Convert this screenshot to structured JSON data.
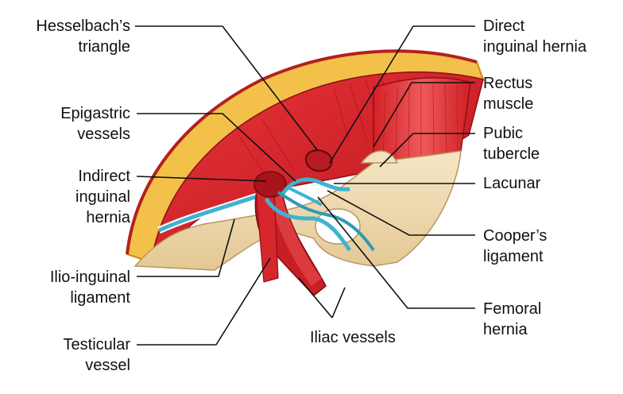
{
  "labels": {
    "hesselbach": [
      "Hesselbach’s",
      "triangle"
    ],
    "epigastric": [
      "Epigastric",
      "vessels"
    ],
    "indirect": [
      "Indirect",
      "inguinal",
      "hernia"
    ],
    "ilioinguinal": [
      "Ilio-inguinal",
      "ligament"
    ],
    "testicular": [
      "Testicular",
      "vessel"
    ],
    "direct": [
      "Direct",
      "inguinal hernia"
    ],
    "rectus": [
      "Rectus",
      "muscle"
    ],
    "pubic": [
      "Pubic",
      "tubercle"
    ],
    "lacunar": [
      "Lacunar"
    ],
    "cooper": [
      "Cooper’s",
      "ligament"
    ],
    "femoral": [
      "Femoral",
      "hernia"
    ],
    "iliac": [
      "Iliac vessels"
    ]
  },
  "colors": {
    "muscle": "#d8262b",
    "muscle_dark": "#a3141a",
    "fat": "#f3c14a",
    "bone": "#efd9b0",
    "vessel": "#3fb3cf",
    "line": "#111111"
  }
}
